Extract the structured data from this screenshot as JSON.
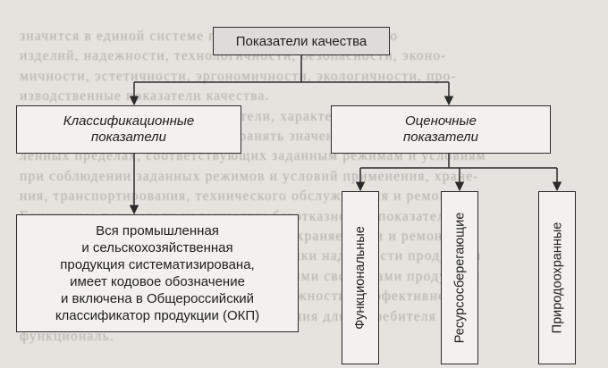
{
  "background_text": [
    "значится в единой системе показателей по назначению",
    "изделий, надежности, технологичности, безопасности, эконо-",
    "мичности, эстетичности, эргономичности, экологичности, про-",
    "изводственные показатели качества.",
    "Показатели надежности. Показатели, характеризующие продукцию",
    "характеризуют способность сохранять значения параметров установ-",
    "ленных пределах, соответствующих заданным режимам и условиям",
    "при соблюдении заданных режимов и условий применения, хране-",
    "ния, транспортирования, технического обслуживания и ремонта.",
    "Единичные показатели надежности: безотказность, показатели",
    "долговечности, ремонтопригодности, сохраняемости и ремонто-",
    "пригодности; комплексные характеристики надежности продукции",
    "коэффициенты, определяемые несколькими свойствами продукции",
    "с учетом соотношения показателей надежности и эффективности",
    "конкретных продукций, имеющих значения для потребителя",
    "функциональ."
  ],
  "diagram": {
    "root": "Показатели качества",
    "classification": [
      "Классификационные",
      "показатели"
    ],
    "evaluation": [
      "Оценочные",
      "показатели"
    ],
    "classification_description": [
      "Вся промышленная",
      "и сельскохозяйственная",
      "продукция систематизирована,",
      "имеет кодовое обозначение",
      "и включена в Общероссийский",
      "классификатор продукции (ОКП)"
    ],
    "evaluation_types": [
      "Функциональные",
      "Ресурсосберегающие",
      "Природоохранные"
    ]
  },
  "colors": {
    "background": "#e6e3de",
    "box_fill": "#f2f1ee",
    "root_fill": "#dedcd8",
    "line": "#2a2a2a"
  }
}
